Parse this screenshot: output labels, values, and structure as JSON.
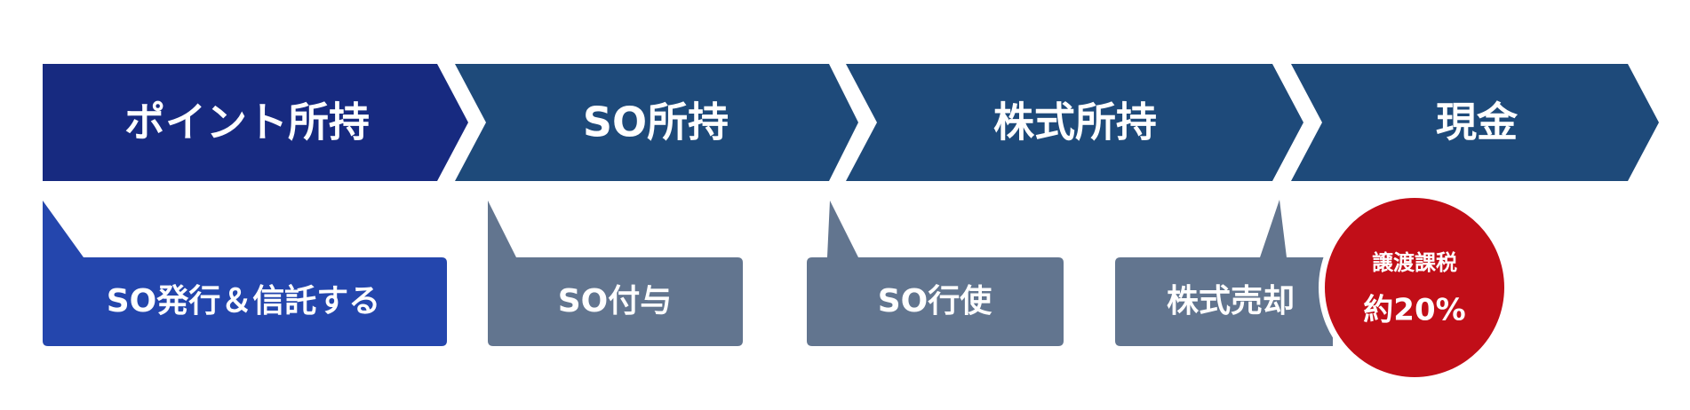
{
  "stages": [
    {
      "label": "ポイント所持"
    },
    {
      "label": "SO所持"
    },
    {
      "label": "株式所持"
    },
    {
      "label": "現金"
    }
  ],
  "actions": [
    {
      "label": "SO発行＆信託する"
    },
    {
      "label": "SO付与"
    },
    {
      "label": "SO行使"
    },
    {
      "label": "株式売却"
    }
  ],
  "tax_badge": {
    "line1": "譲渡課税",
    "line2": "約20%"
  },
  "colors": {
    "stage_first": "#172a80",
    "stage_rest": "#1e4a7a",
    "action_primary": "#2446ad",
    "action_muted": "#62758f",
    "tax_badge": "#c10e18"
  }
}
